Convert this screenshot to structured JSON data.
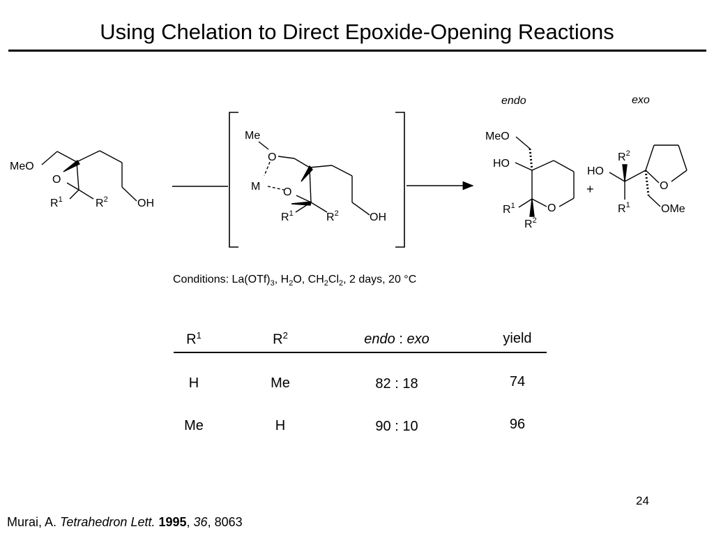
{
  "title": "Using Chelation to Direct Epoxide-Opening Reactions",
  "scheme": {
    "endo_label": "endo",
    "exo_label": "exo",
    "plus": "+",
    "sm": {
      "meo": "MeO",
      "o": "O",
      "r1": "R",
      "r1_sup": "1",
      "r2": "R",
      "r2_sup": "2",
      "oh": "OH"
    },
    "ts": {
      "me": "Me",
      "o_top": "O",
      "m": "M",
      "o_ring": "O",
      "r1": "R",
      "r1_sup": "1",
      "r2": "R",
      "r2_sup": "2",
      "oh": "OH"
    },
    "endo": {
      "meo": "MeO",
      "ho": "HO",
      "r1": "R",
      "r1_sup": "1",
      "r2": "R",
      "r2_sup": "2",
      "o": "O"
    },
    "exo": {
      "r2": "R",
      "r2_sup": "2",
      "ho": "HO",
      "r1": "R",
      "r1_sup": "1",
      "o": "O",
      "ome": "OMe"
    }
  },
  "conditions": {
    "pre": "Conditions: La(OTf)",
    "sub1": "3",
    "mid1": ", H",
    "sub2": "2",
    "mid2": "O, CH",
    "sub3": "2",
    "mid3": "Cl",
    "sub4": "2",
    "post": ", 2 days, 20 °C"
  },
  "table": {
    "headers": {
      "r1": "R",
      "r1_sup": "1",
      "r2": "R",
      "r2_sup": "2",
      "ratio_endo": "endo",
      "ratio_sep": " : ",
      "ratio_exo": "exo",
      "yield": "yield"
    },
    "rows": [
      {
        "r1": "H",
        "r2": "Me",
        "ratio": "82 : 18",
        "yield": "74"
      },
      {
        "r1": "Me",
        "r2": "H",
        "ratio": "90 : 10",
        "yield": "96"
      }
    ]
  },
  "page_number": "24",
  "citation": {
    "author": "Murai, A. ",
    "journal": "Tetrahedron Lett.",
    "sep1": " ",
    "year": "1995",
    "sep2": ", ",
    "volume": "36",
    "pages": ", 8063"
  }
}
